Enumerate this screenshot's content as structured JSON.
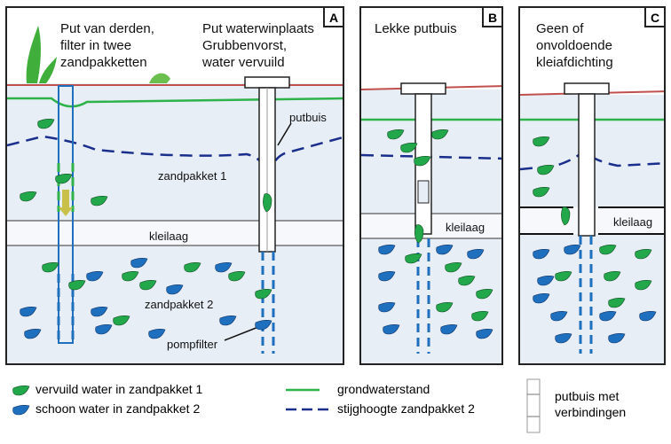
{
  "panels": [
    {
      "letter": "A",
      "title_left": [
        "Put  van derden,",
        "filter in twee",
        "zandpakketten"
      ],
      "title_right": [
        "Put waterwinplaats",
        "Grubbenvorst,",
        "water vervuild"
      ],
      "labels": {
        "putbuis": "putbuis",
        "zandpakket1": "zandpakket  1",
        "kleilaag": "kleilaag",
        "zandpakket2": "zandpakket  2",
        "pompfilter": "pompfilter"
      }
    },
    {
      "letter": "B",
      "title": [
        "Lekke putbuis"
      ],
      "labels": {
        "kleilaag": "kleilaag"
      }
    },
    {
      "letter": "C",
      "title": [
        "Geen of",
        "onvoldoende",
        "kleiafdichting"
      ],
      "labels": {
        "kleilaag": "kleilaag"
      }
    }
  ],
  "legend": {
    "polluted": "vervuild water in zandpakket  1",
    "clean": "schoon water in zandpakket  2",
    "groundwater": "grondwaterstand",
    "piezometric": "stijghoogte zandpakket  2",
    "pipe": [
      "putbuis met",
      "verbindingen"
    ]
  },
  "colors": {
    "green_drop": "#22a84a",
    "blue_drop": "#1f6fbf",
    "groundwater_line": "#2db34a",
    "piezo_line": "#1a2f8c",
    "surface_line": "#c0504d",
    "background": "#e8eef6"
  }
}
